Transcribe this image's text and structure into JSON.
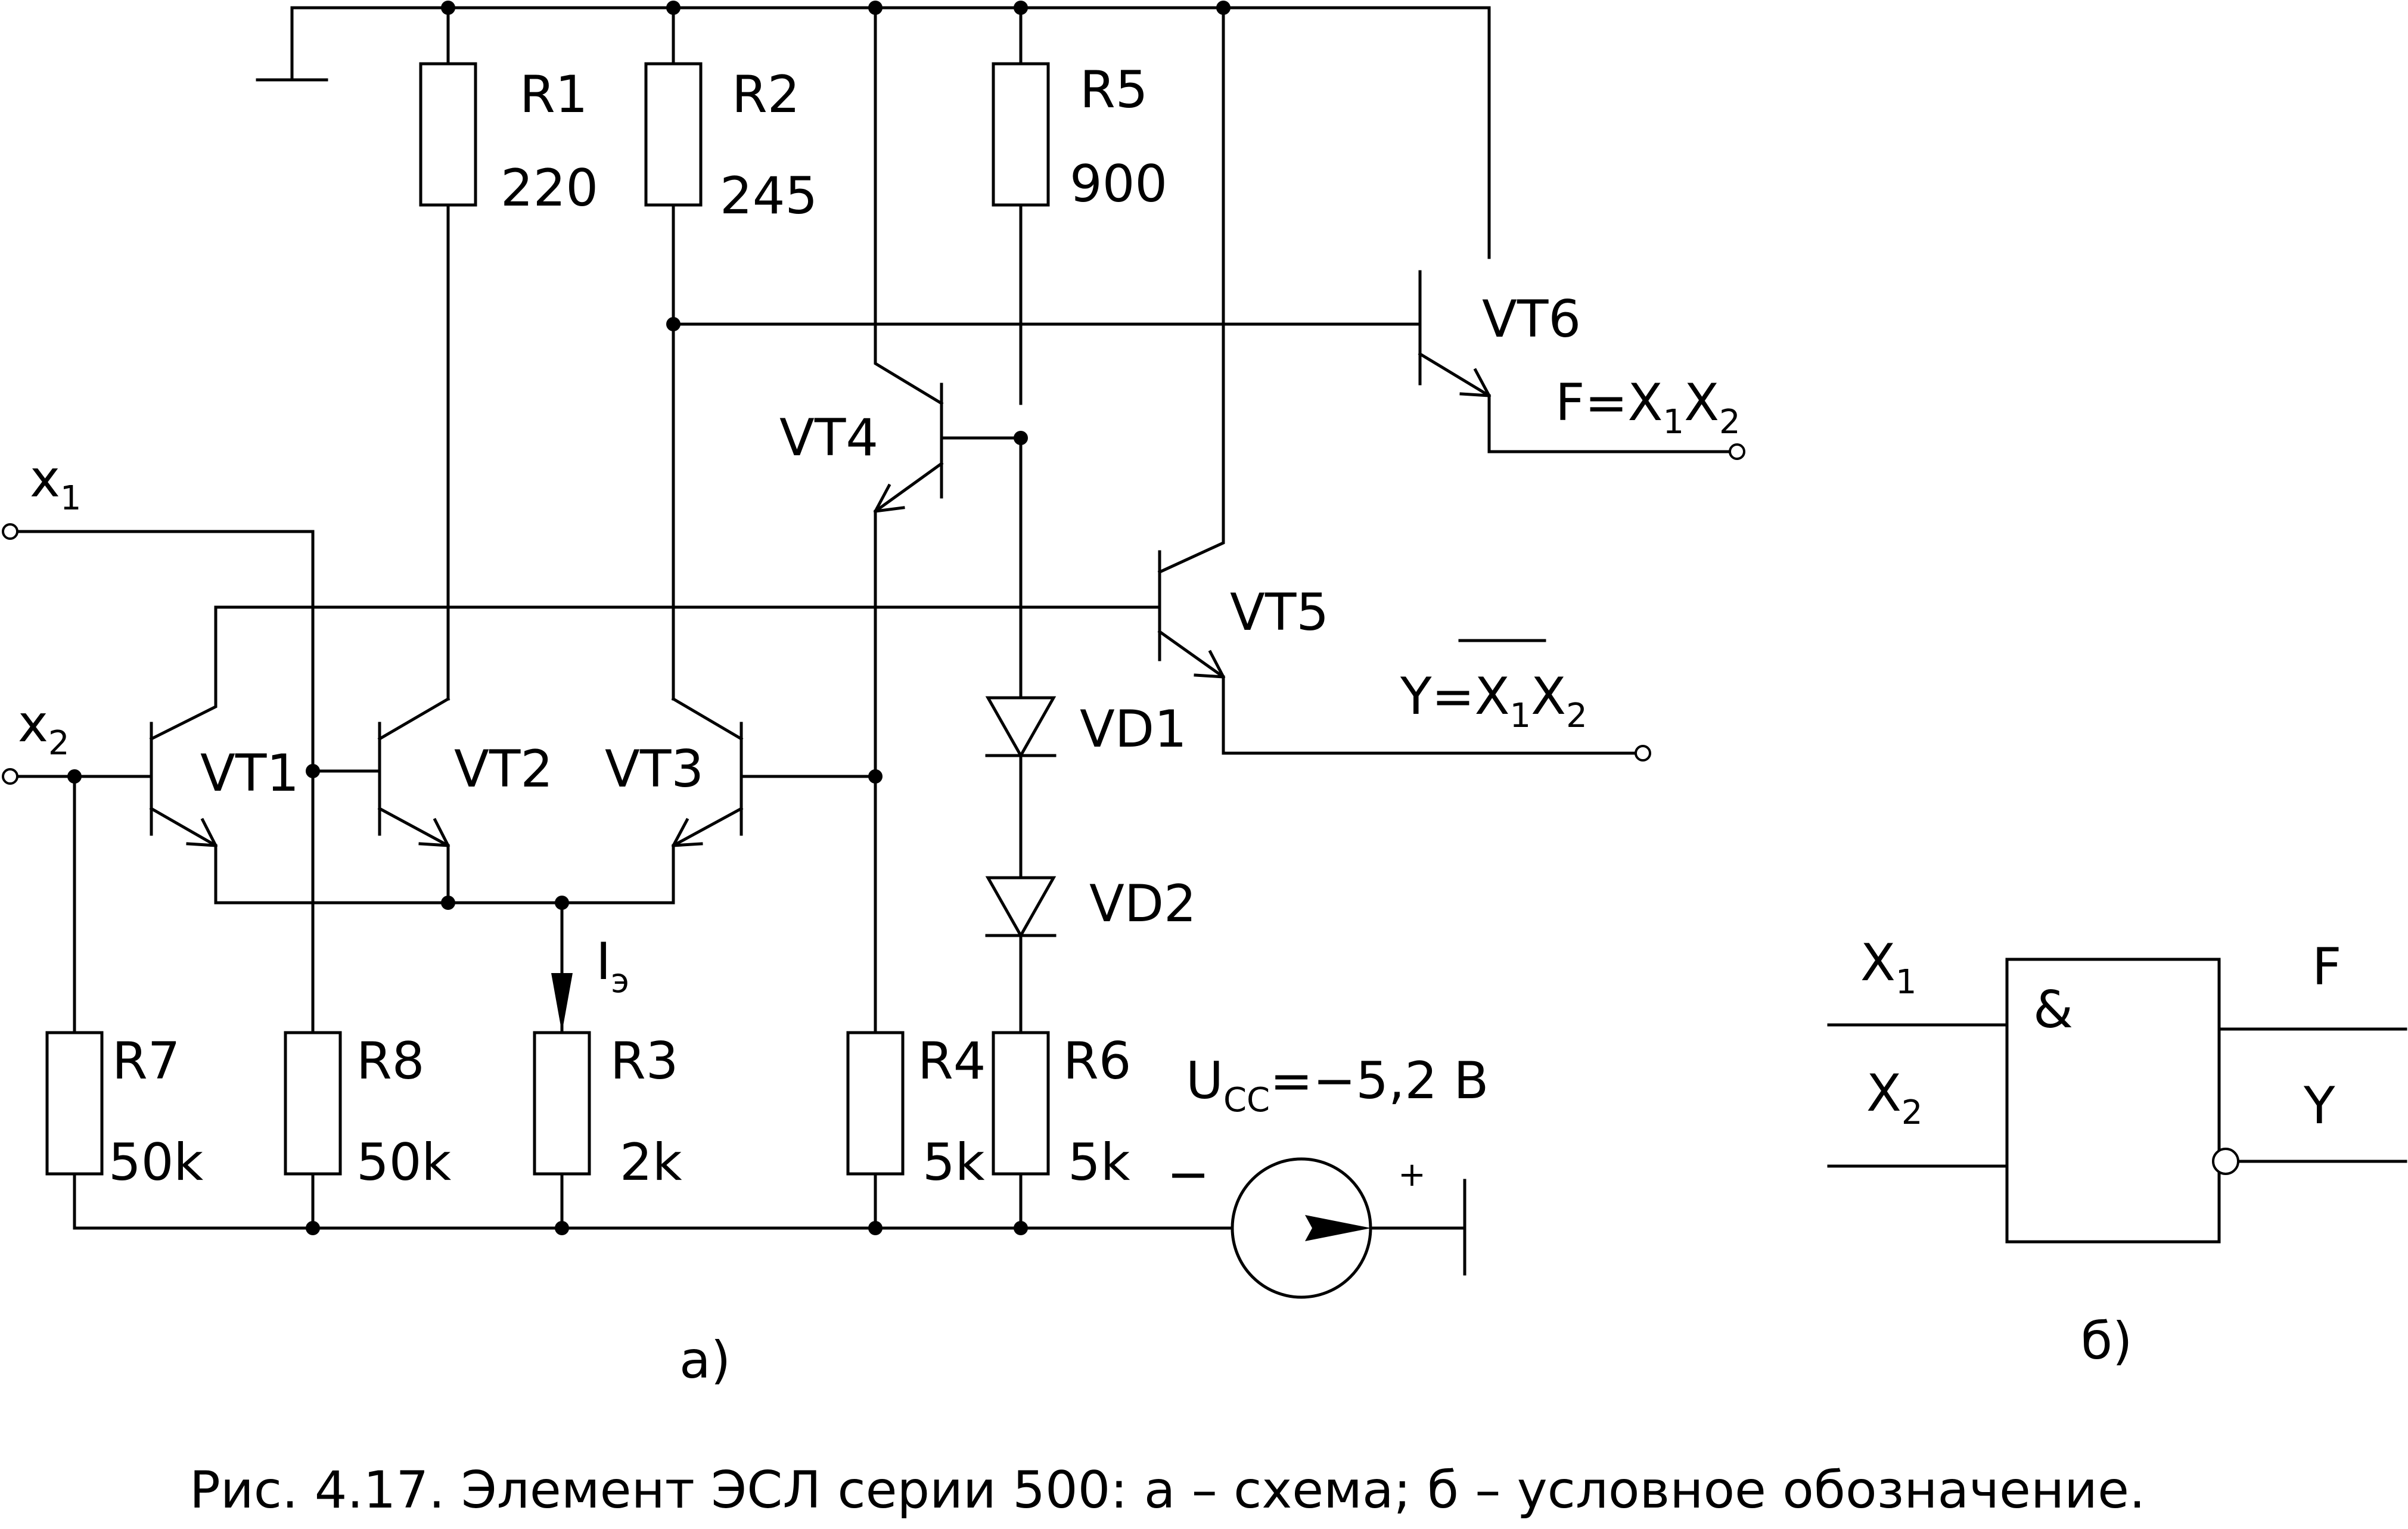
{
  "schematic": {
    "inputs": {
      "x1": {
        "base": "x",
        "sub": "1"
      },
      "x2": {
        "base": "x",
        "sub": "2"
      }
    },
    "transistors": [
      "VT1",
      "VT2",
      "VT3",
      "VT4",
      "VT5",
      "VT6"
    ],
    "diodes": [
      "VD1",
      "VD2"
    ],
    "resistors": [
      {
        "id": "R1",
        "value": "220"
      },
      {
        "id": "R2",
        "value": "245"
      },
      {
        "id": "R5",
        "value": "900"
      },
      {
        "id": "R7",
        "value": "50k"
      },
      {
        "id": "R8",
        "value": "50k"
      },
      {
        "id": "R3",
        "value": "2k"
      },
      {
        "id": "R4",
        "value": "5k"
      },
      {
        "id": "R6",
        "value": "5k"
      }
    ],
    "current": {
      "base": "I",
      "sub": "э"
    },
    "supply": {
      "base": "U",
      "sub": "CC",
      "value": "=−5,2 В",
      "minus": "−",
      "plus": "+"
    },
    "out_f": {
      "prefix": "F=X",
      "sub1": "1",
      "mid": "X",
      "sub2": "2"
    },
    "out_y": {
      "prefix": "Y=",
      "x": "X",
      "sub1": "1",
      "mid": "X",
      "sub2": "2"
    },
    "label": "а)"
  },
  "symbol": {
    "in1": {
      "base": "X",
      "sub": "1"
    },
    "in2": {
      "base": "X",
      "sub": "2"
    },
    "op": "&",
    "out_f": "F",
    "out_y": "Y",
    "label": "б)"
  },
  "caption": "Рис. 4.17. Элемент ЭСЛ серии 500: а – схема; б – условное обозначение."
}
